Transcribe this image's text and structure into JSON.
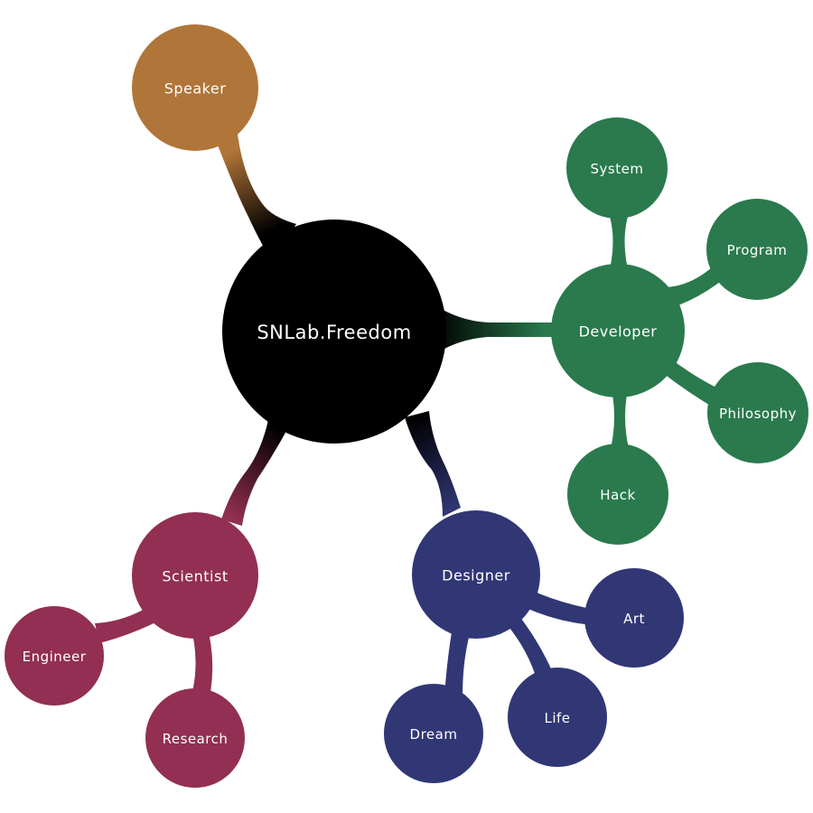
{
  "colors": {
    "center": "#000000",
    "speaker": "#b07538",
    "developer": "#2a7a4d",
    "designer": "#313775",
    "scientist": "#922f52",
    "background": "#ffffff",
    "text": "#ffffff"
  },
  "center": {
    "label": "SNLab.Freedom"
  },
  "branches": {
    "speaker": {
      "label": "Speaker"
    },
    "developer": {
      "label": "Developer",
      "children": [
        "System",
        "Program",
        "Philosophy",
        "Hack"
      ]
    },
    "designer": {
      "label": "Designer",
      "children": [
        "Art",
        "Life",
        "Dream"
      ]
    },
    "scientist": {
      "label": "Scientist",
      "children": [
        "Engineer",
        "Research"
      ]
    }
  }
}
